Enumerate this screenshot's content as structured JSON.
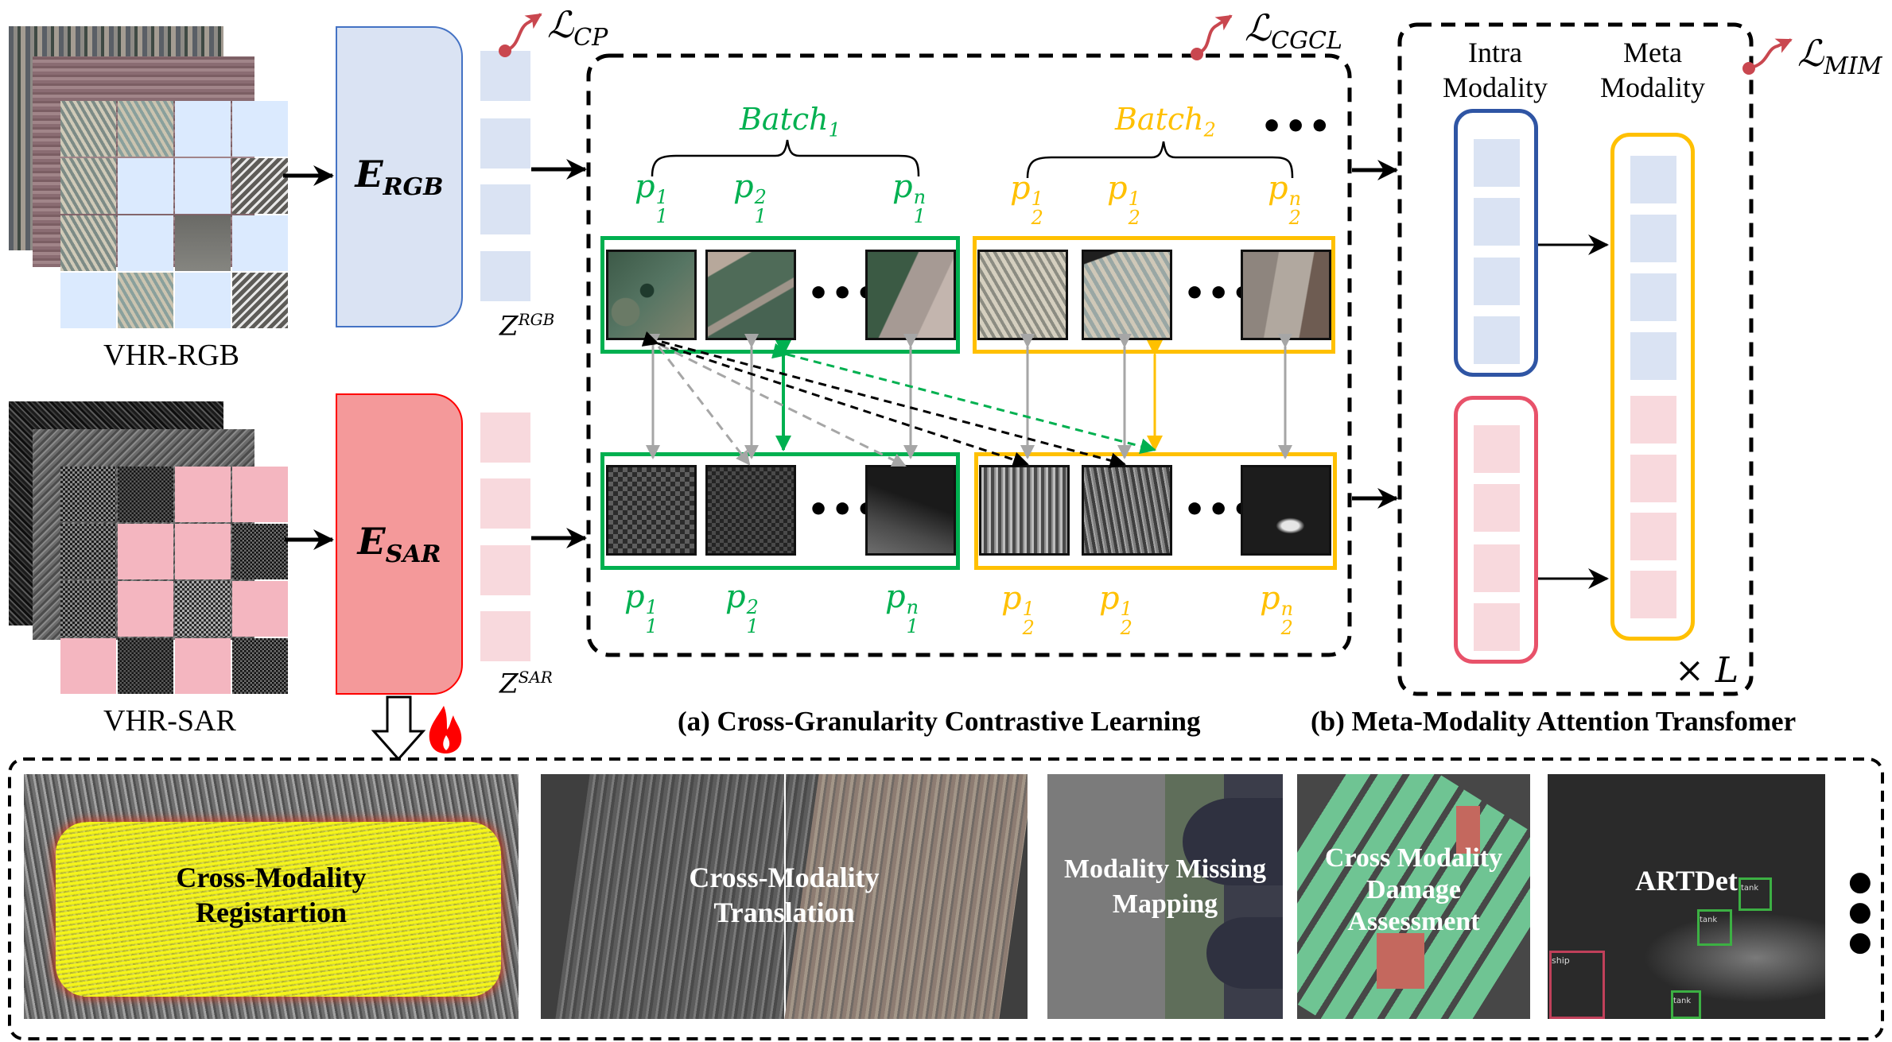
{
  "figure": {
    "inputs": {
      "rgb_label": "VHR-RGB",
      "sar_label": "VHR-SAR"
    },
    "encoders": {
      "rgb": {
        "symbol": "E",
        "subscript": "RGB",
        "color": "#dae3f3",
        "border": "#4472c4"
      },
      "sar": {
        "symbol": "E",
        "subscript": "SAR",
        "color": "#f4999a",
        "border": "#ff0000"
      }
    },
    "features": {
      "rgb": {
        "symbol": "Z",
        "superscript": "RGB"
      },
      "sar": {
        "symbol": "Z",
        "superscript": "SAR"
      }
    },
    "losses": {
      "cp": {
        "symbol": "ℒ",
        "subscript": "CP"
      },
      "cgcl": {
        "symbol": "ℒ",
        "subscript": "CGCL"
      },
      "mim": {
        "symbol": "ℒ",
        "subscript": "MIM"
      }
    },
    "cgcl": {
      "batches": [
        {
          "label": "Batch",
          "index": "1",
          "color": "#00b050",
          "top_patches": [
            {
              "p": "p",
              "sub": "1",
              "sup": "1"
            },
            {
              "p": "p",
              "sub": "1",
              "sup": "2"
            },
            {
              "p": "p",
              "sub": "1",
              "sup": "n"
            }
          ],
          "bottom_patches": [
            {
              "p": "p",
              "sub": "1",
              "sup": "1"
            },
            {
              "p": "p",
              "sub": "1",
              "sup": "2"
            },
            {
              "p": "p",
              "sub": "1",
              "sup": "n"
            }
          ]
        },
        {
          "label": "Batch",
          "index": "2",
          "color": "#ffc000",
          "top_patches": [
            {
              "p": "p",
              "sub": "2",
              "sup": "1"
            },
            {
              "p": "p",
              "sub": "2",
              "sup": "1"
            },
            {
              "p": "p",
              "sub": "2",
              "sup": "n"
            }
          ],
          "bottom_patches": [
            {
              "p": "p",
              "sub": "2",
              "sup": "1"
            },
            {
              "p": "p",
              "sub": "2",
              "sup": "1"
            },
            {
              "p": "p",
              "sub": "2",
              "sup": "n"
            }
          ]
        }
      ],
      "ellipsis": "•••",
      "caption": "(a) Cross-Granularity Contrastive Learning"
    },
    "mmat": {
      "intra_label_1": "Intra",
      "intra_label_2": "Modality",
      "meta_label_1": "Meta",
      "meta_label_2": "Modality",
      "repeat": "× L",
      "caption": "(b) Meta-Modality Attention Transfomer",
      "colors": {
        "rgb_pill": "#2f55a4",
        "sar_pill": "#e8526a",
        "meta_pill": "#ffc000"
      }
    },
    "downstream": {
      "tasks": [
        {
          "title_1": "Cross-Modality",
          "title_2": "Registartion",
          "title_3": ""
        },
        {
          "title_1": "Cross-Modality",
          "title_2": "Translation",
          "title_3": ""
        },
        {
          "title_1": "Modality Missing",
          "title_2": "Mapping",
          "title_3": ""
        },
        {
          "title_1": "Cross Modality",
          "title_2": "Damage",
          "title_3": "Assessment"
        },
        {
          "title_1": "ARTDet",
          "title_2": "",
          "title_3": ""
        }
      ],
      "detections": [
        "ship",
        "tank",
        "tank",
        "tank"
      ],
      "more": "•••"
    }
  }
}
